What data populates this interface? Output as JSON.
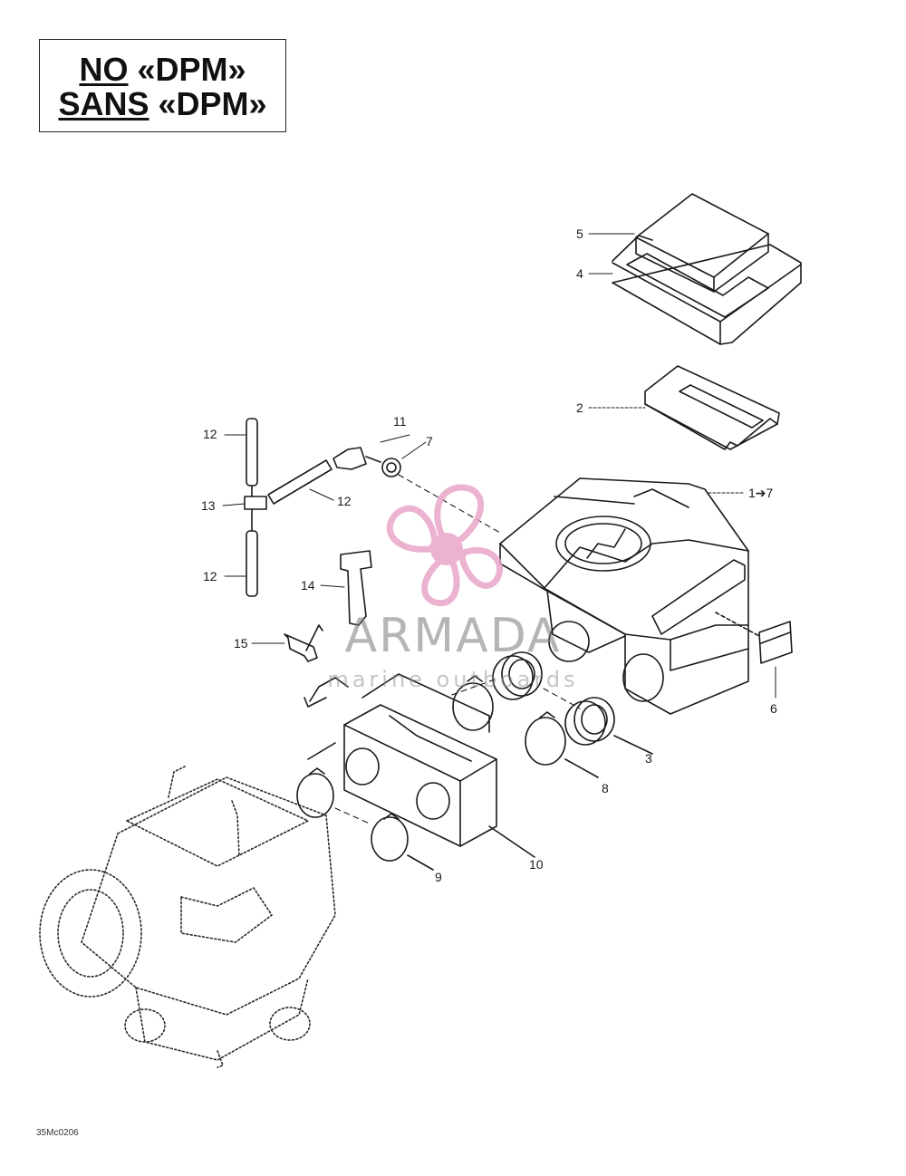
{
  "header": {
    "line1_prefix": "NO",
    "line1_suffix": " «DPM»",
    "line2_prefix": "SANS",
    "line2_suffix": " «DPM»"
  },
  "callouts": {
    "c1": "1➔7",
    "c2": "2",
    "c3": "3",
    "c4": "4",
    "c5": "5",
    "c6": "6",
    "c7": "7",
    "c8": "8",
    "c9": "9",
    "c10": "10",
    "c11": "11",
    "c12a": "12",
    "c12b": "12",
    "c12c": "12",
    "c13": "13",
    "c14": "14",
    "c15": "15"
  },
  "reference_code": "35Mc0206",
  "watermark": {
    "name": "ARMADA",
    "subtitle": "marine outboards",
    "logo_icon": "propeller-icon",
    "logo_color": "#e8a6c8",
    "text_color": "#808080"
  },
  "colors": {
    "line": "#1a1a1a",
    "background": "#ffffff"
  }
}
